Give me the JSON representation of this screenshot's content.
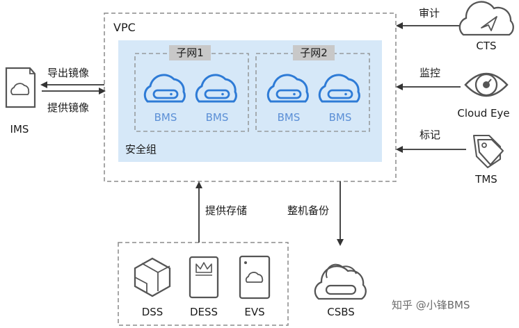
{
  "vpc": {
    "title": "VPC",
    "security_group": "安全组",
    "subnets": [
      {
        "label": "子网1",
        "servers": [
          "BMS",
          "BMS"
        ]
      },
      {
        "label": "子网2",
        "servers": [
          "BMS",
          "BMS"
        ]
      }
    ]
  },
  "ims": {
    "name": "IMS",
    "export_label": "导出镜像",
    "provide_label": "提供镜像"
  },
  "right_services": [
    {
      "name": "CTS",
      "relation": "审计",
      "icon": "cloud-trace-icon"
    },
    {
      "name": "Cloud Eye",
      "relation": "监控",
      "icon": "eye-icon"
    },
    {
      "name": "TMS",
      "relation": "标记",
      "icon": "tags-icon"
    }
  ],
  "storage": {
    "relation": "提供存储",
    "items": [
      {
        "name": "DSS",
        "icon": "cube-icon"
      },
      {
        "name": "DESS",
        "icon": "crown-card-icon"
      },
      {
        "name": "EVS",
        "icon": "cloud-disk-icon"
      }
    ]
  },
  "backup": {
    "name": "CSBS",
    "relation": "整机备份",
    "icon": "cloud-backup-icon"
  },
  "watermark": "知乎 @小锋BMS",
  "colors": {
    "accent": "#2e7bd6",
    "subnet_fill": "#d6e8f8",
    "bms_text": "#5b8fd6",
    "icon_gray": "#555555"
  }
}
